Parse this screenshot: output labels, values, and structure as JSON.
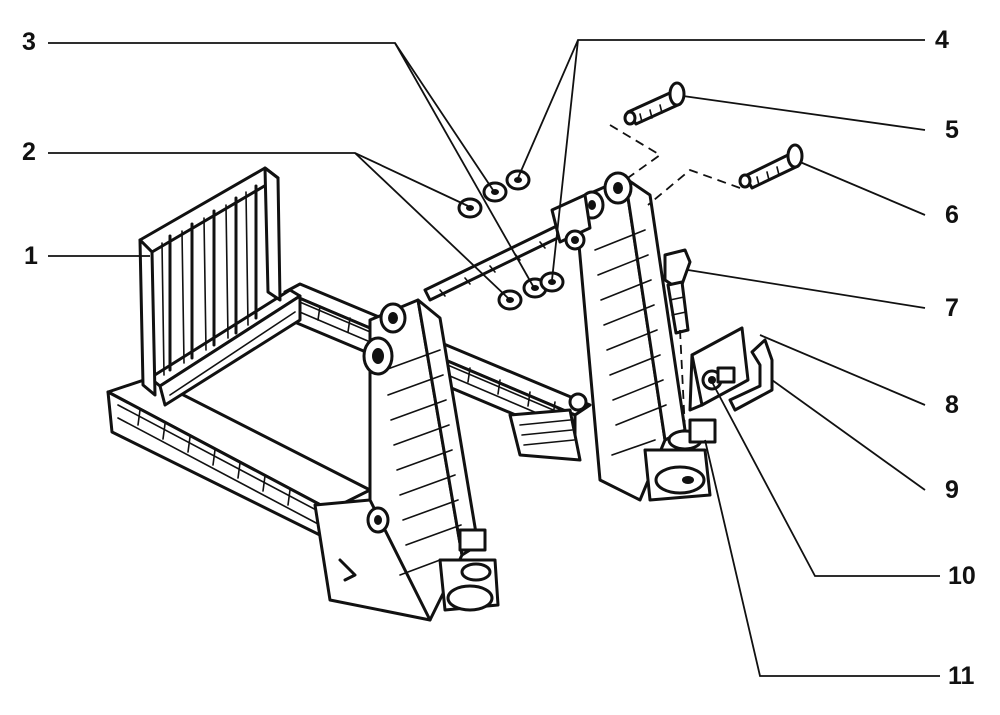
{
  "diagram": {
    "labels": [
      {
        "id": "1",
        "text": "1"
      },
      {
        "id": "2",
        "text": "2"
      },
      {
        "id": "3",
        "text": "3"
      },
      {
        "id": "4",
        "text": "4"
      },
      {
        "id": "5",
        "text": "5"
      },
      {
        "id": "6",
        "text": "6"
      },
      {
        "id": "7",
        "text": "7"
      },
      {
        "id": "8",
        "text": "8"
      },
      {
        "id": "9",
        "text": "9"
      },
      {
        "id": "10",
        "text": "10"
      },
      {
        "id": "11",
        "text": "11"
      }
    ],
    "ink_color": "#111111",
    "background_color": "#ffffff"
  }
}
